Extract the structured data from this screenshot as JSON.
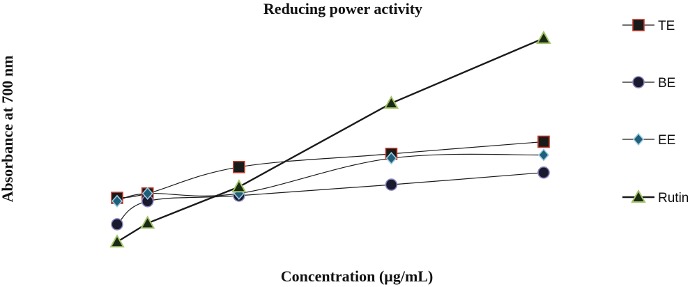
{
  "chart_data": {
    "type": "line",
    "title": "Reducing power activity",
    "xlabel": "Concentration (µg/mL)",
    "ylabel": "Absorbance at 700 nm",
    "grid": false,
    "axes_visible": false,
    "legend_position": "right",
    "x": [
      5,
      10,
      25,
      50,
      75
    ],
    "ylim": [
      0,
      1.0
    ],
    "series": [
      {
        "name": "TE",
        "marker": "square",
        "values": [
          0.215,
          0.235,
          0.355,
          0.415,
          0.47
        ],
        "color": "#1a1a1a",
        "marker_fill": "#1a1a1a",
        "marker_stroke": "#c0392b",
        "smooth": true
      },
      {
        "name": "BE",
        "marker": "circle",
        "values": [
          0.095,
          0.2,
          0.225,
          0.275,
          0.33
        ],
        "color": "#1a1a1a",
        "marker_fill": "#1a1a2e",
        "marker_stroke": "#8a86c0",
        "smooth": true
      },
      {
        "name": "EE",
        "marker": "diamond",
        "values": [
          0.2,
          0.235,
          0.235,
          0.395,
          0.41
        ],
        "color": "#1a1a1a",
        "marker_fill": "#1f5f7a",
        "marker_stroke": "#9ec9e0",
        "smooth": true
      },
      {
        "name": "Rutin",
        "marker": "triangle",
        "values": [
          0.015,
          0.1,
          0.265,
          0.645,
          0.94
        ],
        "color": "#1a1a1a",
        "marker_fill": "#1a2a14",
        "marker_stroke": "#a3c46a",
        "smooth": false
      }
    ]
  }
}
